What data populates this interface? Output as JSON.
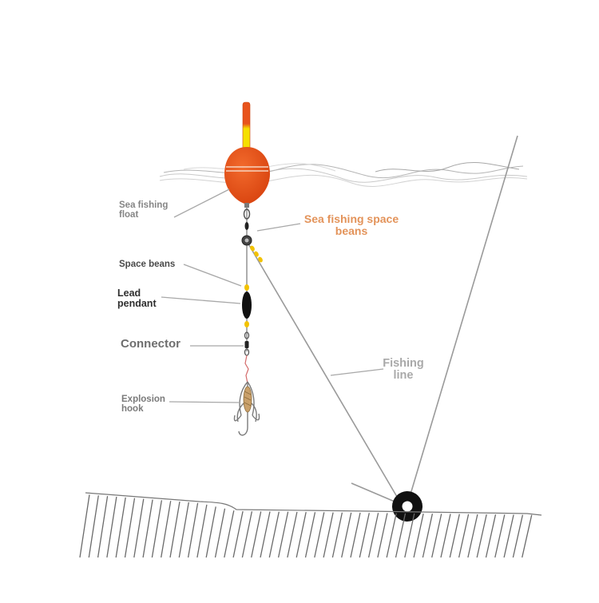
{
  "labels": {
    "sea_fishing_float": [
      "Sea fishing",
      "float"
    ],
    "sea_fishing_space_beans": [
      "Sea fishing space",
      "beans"
    ],
    "space_beans": "Space beans",
    "lead_pendant": [
      "Lead",
      "pendant"
    ],
    "connector": "Connector",
    "fishing_line": [
      "Fishing",
      "line"
    ],
    "explosion_hook": [
      "Explosion",
      "hook"
    ]
  },
  "colors": {
    "float_body": "#e8541c",
    "float_stem_top": "#e8541c",
    "float_stem_bottom": "#f5e000",
    "bead": "#f2c200",
    "line": "#9a9a9a",
    "highlight_label": "#e3935a",
    "seabed_hatch": "#6a6a6a"
  },
  "icons": [
    "float-icon",
    "swivel-icon",
    "lead-weight-icon",
    "hook-icon",
    "reel-icon"
  ]
}
